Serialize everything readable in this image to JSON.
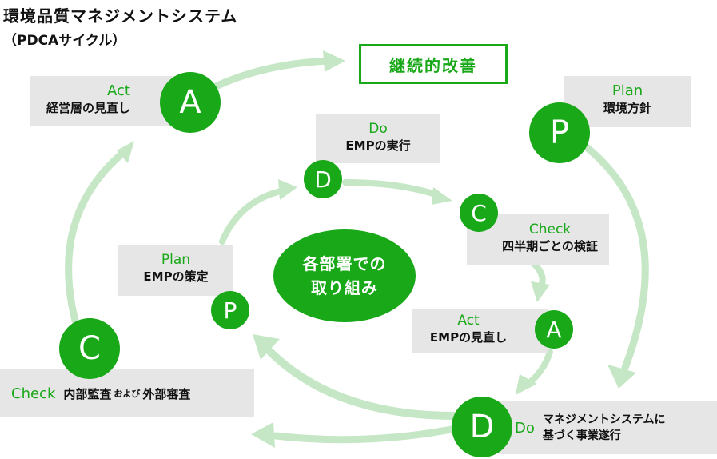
{
  "title": "環境品質マネジメントシステム",
  "subtitle": "（PDCAサイクル）",
  "improvement": "継続的改善",
  "center": {
    "line1": "各部署での",
    "line2": "取り組み"
  },
  "outer": {
    "act": {
      "letter": "A",
      "en": "Act",
      "jp": "経営層の見直し"
    },
    "plan": {
      "letter": "P",
      "en": "Plan",
      "jp": "環境方針"
    },
    "do": {
      "letter": "D",
      "en": "Do",
      "jp_line1": "マネジメントシステムに",
      "jp_line2": "基づく事業遂行"
    },
    "check": {
      "letter": "C",
      "en": "Check",
      "jp_a": "内部監査",
      "jp_small": "および",
      "jp_b": "外部審査"
    }
  },
  "inner": {
    "do": {
      "letter": "D",
      "en": "Do",
      "jp": "EMPの実行"
    },
    "check": {
      "letter": "C",
      "en": "Check",
      "jp": "四半期ごとの検証"
    },
    "act": {
      "letter": "A",
      "en": "Act",
      "jp": "EMPの見直し"
    },
    "plan": {
      "letter": "P",
      "en": "Plan",
      "jp": "EMPの策定"
    }
  },
  "colors": {
    "green": "#18a818",
    "light_green": "#c6e7c6",
    "box_gray": "#e6e6e6"
  }
}
